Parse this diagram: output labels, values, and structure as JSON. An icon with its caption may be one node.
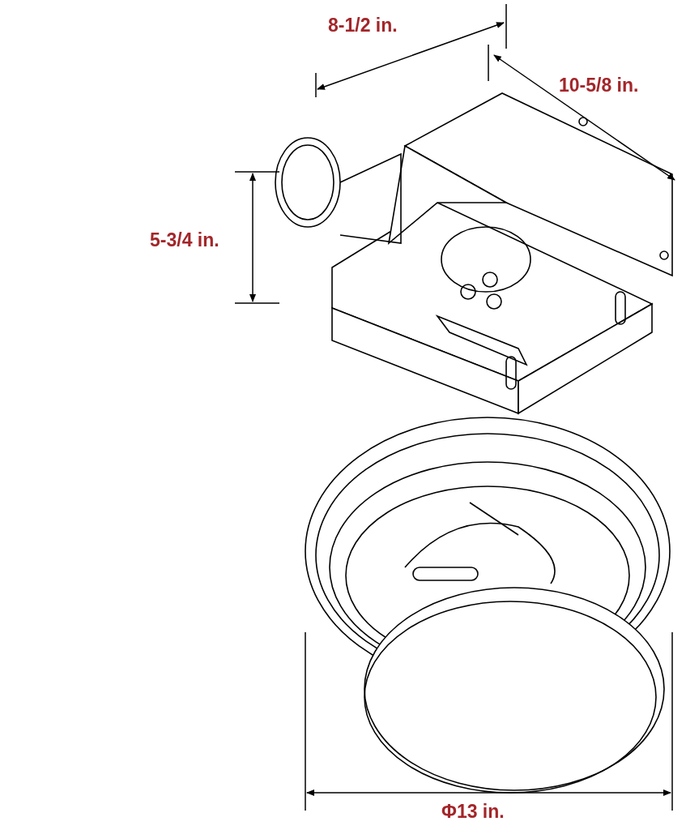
{
  "diagram": {
    "labels": [
      "8-1/2 in.",
      "10-5/8 in.",
      "5-3/4 in.",
      "Φ13 in."
    ]
  }
}
